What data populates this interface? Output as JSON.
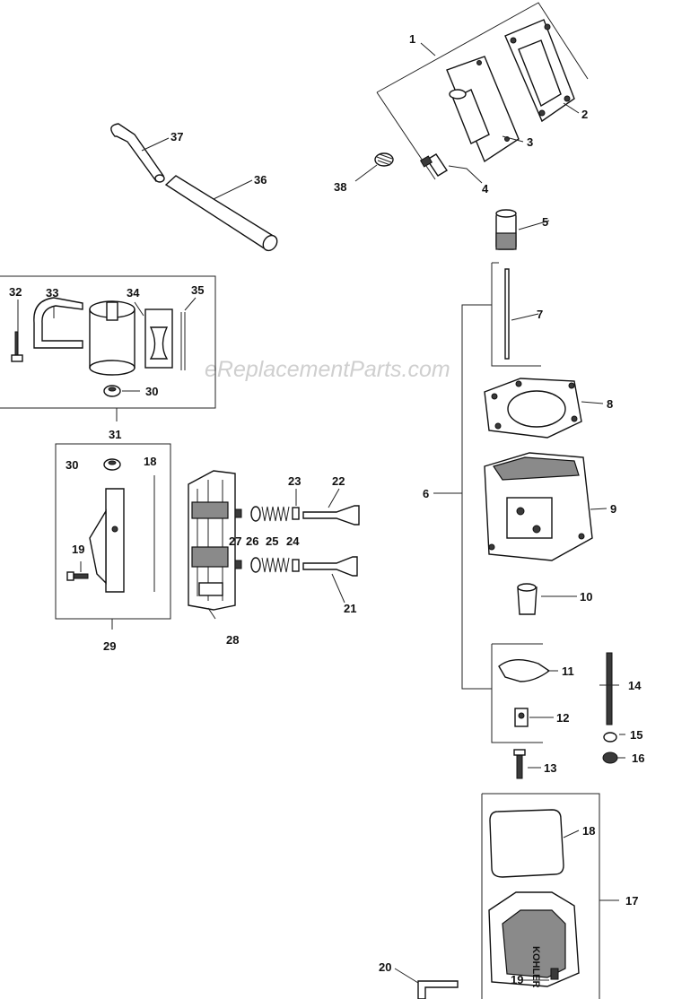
{
  "watermark": "eReplacementParts.com",
  "callouts": {
    "c1": "1",
    "c2": "2",
    "c3": "3",
    "c4": "4",
    "c5": "5",
    "c6": "6",
    "c7": "7",
    "c8": "8",
    "c9": "9",
    "c10": "10",
    "c11": "11",
    "c12": "12",
    "c13": "13",
    "c14": "14",
    "c15": "15",
    "c16": "16",
    "c17": "17",
    "c18": "18",
    "c18b": "18",
    "c19": "19",
    "c19b": "19",
    "c20": "20",
    "c21": "21",
    "c22": "22",
    "c23": "23",
    "c24": "24",
    "c25": "25",
    "c26": "26",
    "c27": "27",
    "c28": "28",
    "c29": "29",
    "c30": "30",
    "c30b": "30",
    "c31": "31",
    "c32": "32",
    "c33": "33",
    "c34": "34",
    "c35": "35",
    "c36": "36",
    "c37": "37",
    "c38": "38"
  },
  "cover_lettering": "KOHLER"
}
